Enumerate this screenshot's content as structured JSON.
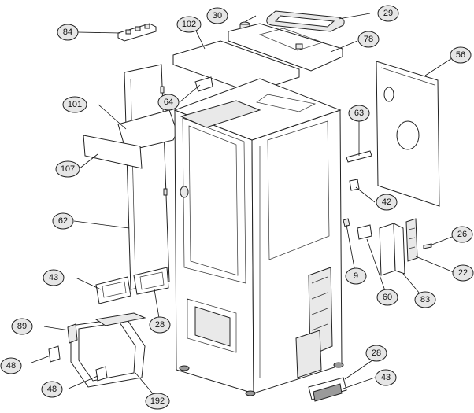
{
  "callouts": [
    {
      "id": "c30",
      "label": "30"
    },
    {
      "id": "c29",
      "label": "29"
    },
    {
      "id": "c84",
      "label": "84"
    },
    {
      "id": "c102",
      "label": "102"
    },
    {
      "id": "c78",
      "label": "78"
    },
    {
      "id": "c56",
      "label": "56"
    },
    {
      "id": "c64",
      "label": "64"
    },
    {
      "id": "c101",
      "label": "101"
    },
    {
      "id": "c63",
      "label": "63"
    },
    {
      "id": "c107",
      "label": "107"
    },
    {
      "id": "c42",
      "label": "42"
    },
    {
      "id": "c62",
      "label": "62"
    },
    {
      "id": "c26",
      "label": "26"
    },
    {
      "id": "c22",
      "label": "22"
    },
    {
      "id": "c43a",
      "label": "43"
    },
    {
      "id": "c9",
      "label": "9"
    },
    {
      "id": "c60",
      "label": "60"
    },
    {
      "id": "c83",
      "label": "83"
    },
    {
      "id": "c28a",
      "label": "28"
    },
    {
      "id": "c89",
      "label": "89"
    },
    {
      "id": "c48a",
      "label": "48"
    },
    {
      "id": "c28b",
      "label": "28"
    },
    {
      "id": "c43b",
      "label": "43"
    },
    {
      "id": "c48b",
      "label": "48"
    },
    {
      "id": "c192",
      "label": "192"
    }
  ]
}
